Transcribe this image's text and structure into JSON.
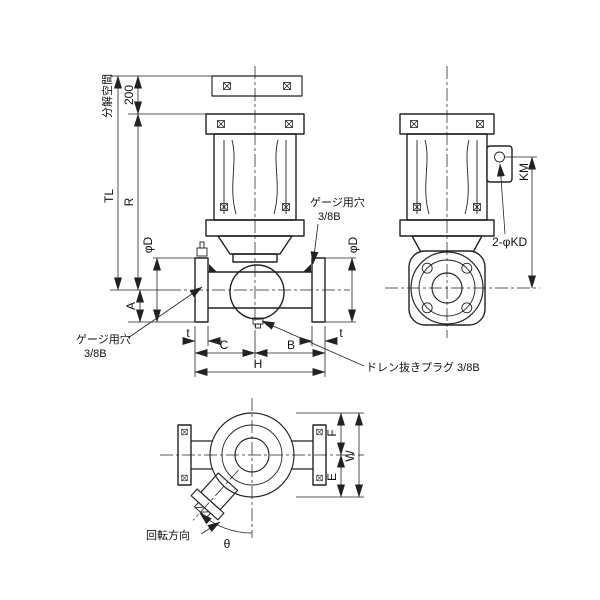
{
  "drawing": {
    "colors": {
      "line": "#222222",
      "background": "#ffffff"
    },
    "front_view": {
      "disassembly_space": "分解空間",
      "dim_200": "200",
      "dim_tl": "TL",
      "dim_r": "R",
      "dim_phi_d_left": "φD",
      "dim_phi_d_right": "φD",
      "dim_a": "A",
      "gauge_hole_top": {
        "line1": "ゲージ用穴",
        "line2": "3/8B"
      },
      "gauge_hole_bottom": {
        "line1": "ゲージ用穴",
        "line2": "3/8B"
      },
      "dim_t_left": "t",
      "dim_t_right": "t",
      "dim_c": "C",
      "dim_b": "B",
      "dim_h": "H",
      "drain_plug_note": "ドレン抜きプラグ 3/8B"
    },
    "side_view": {
      "dim_km": "KM",
      "terminal_holes_note": "2-φKD"
    },
    "plan_view": {
      "dim_f": "F",
      "dim_w": "W",
      "dim_e": "E",
      "rotation_direction": "回転方向",
      "dim_theta": "θ"
    }
  }
}
